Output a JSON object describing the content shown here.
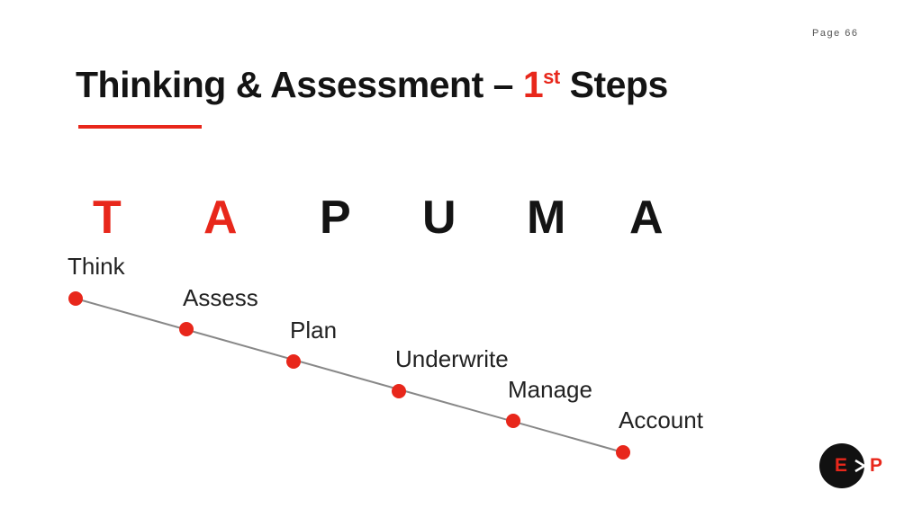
{
  "page_number": "Page 66",
  "title": {
    "main": "Thinking & Assessment – ",
    "accent": "1",
    "superscript": "st",
    "tail": " Steps"
  },
  "acronym": [
    {
      "letter": "T",
      "color": "#e8271b"
    },
    {
      "letter": "A",
      "color": "#e8271b"
    },
    {
      "letter": "P",
      "color": "#141414"
    },
    {
      "letter": "U",
      "color": "#141414"
    },
    {
      "letter": "M",
      "color": "#141414"
    },
    {
      "letter": "A",
      "color": "#141414"
    }
  ],
  "steps": [
    "Think",
    "Assess",
    "Plan",
    "Underwrite",
    "Manage",
    "Account"
  ],
  "colors": {
    "accent": "#e8271b",
    "text": "#141414",
    "line": "#888888"
  },
  "logo": {
    "left": "E",
    "right": "P",
    "icon": "arrow-right-icon"
  }
}
